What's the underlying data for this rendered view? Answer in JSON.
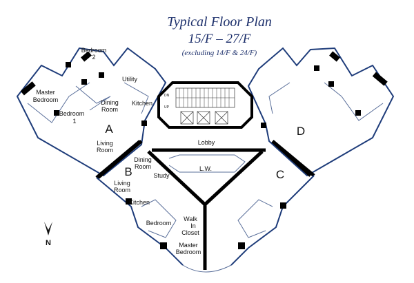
{
  "title": {
    "line1": "Typical Floor Plan",
    "line2": "15/F – 27/F",
    "line3": "(excluding 14/F & 24/F)"
  },
  "units": {
    "a": "A",
    "b": "B",
    "c": "C",
    "d": "D"
  },
  "rooms": {
    "a_bedroom2_1": "Bedroom",
    "a_bedroom2_2": "2",
    "a_master_1": "Master",
    "a_master_2": "Bedroom",
    "a_bedroom1_1": "Bedroom",
    "a_bedroom1_2": "1",
    "a_utility": "Utility",
    "a_dining_1": "Dining",
    "a_dining_2": "Room",
    "a_kitchen": "Kitchen",
    "a_living_1": "Living",
    "a_living_2": "Room",
    "lobby": "Lobby",
    "lw": "L.W.",
    "b_dining_1": "Dining",
    "b_dining_2": "Room",
    "b_study": "Study",
    "b_living_1": "Living",
    "b_living_2": "Room",
    "b_kitchen": "Kitchen",
    "b_bedroom": "Bedroom",
    "walk_1": "Walk",
    "walk_2": "In",
    "walk_3": "Closet",
    "master_1": "Master",
    "master_2": "Bedroom"
  },
  "stairs": {
    "dn": "DN",
    "up": "UP"
  },
  "north": "N"
}
